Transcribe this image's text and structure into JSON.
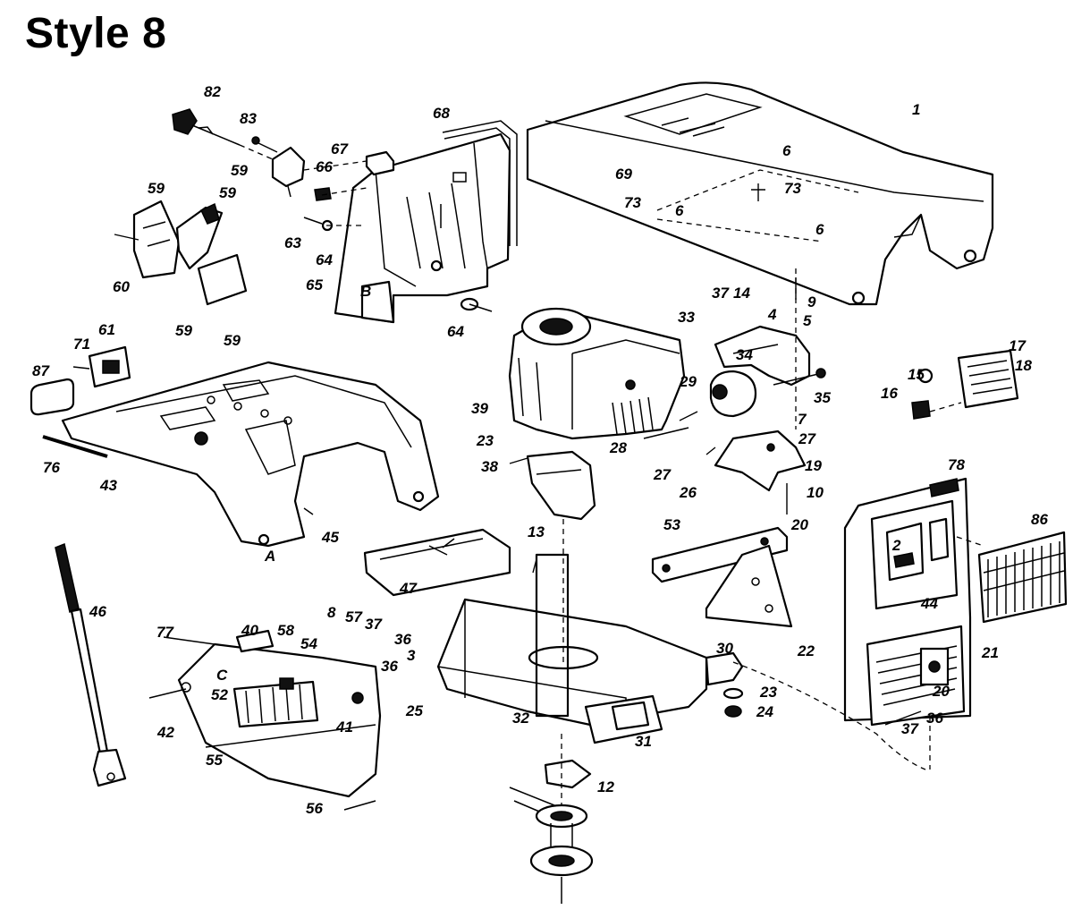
{
  "title": "Style 8",
  "callouts": [
    {
      "id": "c82",
      "text": "82"
    },
    {
      "id": "c83",
      "text": "83"
    },
    {
      "id": "c68",
      "text": "68"
    },
    {
      "id": "c1",
      "text": "1"
    },
    {
      "id": "c67",
      "text": "67"
    },
    {
      "id": "c59a",
      "text": "59"
    },
    {
      "id": "c66",
      "text": "66"
    },
    {
      "id": "c6a",
      "text": "6"
    },
    {
      "id": "c69",
      "text": "69"
    },
    {
      "id": "c73a",
      "text": "73"
    },
    {
      "id": "c59b",
      "text": "59"
    },
    {
      "id": "c59c",
      "text": "59"
    },
    {
      "id": "c73b",
      "text": "73"
    },
    {
      "id": "c6b",
      "text": "6"
    },
    {
      "id": "c63",
      "text": "63"
    },
    {
      "id": "c64a",
      "text": "64"
    },
    {
      "id": "c6c",
      "text": "6"
    },
    {
      "id": "c60",
      "text": "60"
    },
    {
      "id": "c65",
      "text": "65"
    },
    {
      "id": "cB",
      "text": "B"
    },
    {
      "id": "c9",
      "text": "9"
    },
    {
      "id": "c37a",
      "text": "37"
    },
    {
      "id": "c14",
      "text": "14"
    },
    {
      "id": "c4",
      "text": "4"
    },
    {
      "id": "c59d",
      "text": "59"
    },
    {
      "id": "c59e",
      "text": "59"
    },
    {
      "id": "c64b",
      "text": "64"
    },
    {
      "id": "c33",
      "text": "33"
    },
    {
      "id": "c5",
      "text": "5"
    },
    {
      "id": "c61",
      "text": "61"
    },
    {
      "id": "c71",
      "text": "71"
    },
    {
      "id": "c34",
      "text": "34"
    },
    {
      "id": "c17",
      "text": "17"
    },
    {
      "id": "c15",
      "text": "15"
    },
    {
      "id": "c18",
      "text": "18"
    },
    {
      "id": "c87",
      "text": "87"
    },
    {
      "id": "c29",
      "text": "29"
    },
    {
      "id": "c35",
      "text": "35"
    },
    {
      "id": "c16",
      "text": "16"
    },
    {
      "id": "c39",
      "text": "39"
    },
    {
      "id": "c7",
      "text": "7"
    },
    {
      "id": "c23a",
      "text": "23"
    },
    {
      "id": "c27a",
      "text": "27"
    },
    {
      "id": "c28",
      "text": "28"
    },
    {
      "id": "c38",
      "text": "38"
    },
    {
      "id": "c27b",
      "text": "27"
    },
    {
      "id": "c19",
      "text": "19"
    },
    {
      "id": "c76",
      "text": "76"
    },
    {
      "id": "c26",
      "text": "26"
    },
    {
      "id": "c10",
      "text": "10"
    },
    {
      "id": "c43",
      "text": "43"
    },
    {
      "id": "c78",
      "text": "78"
    },
    {
      "id": "c20a",
      "text": "20"
    },
    {
      "id": "c86",
      "text": "86"
    },
    {
      "id": "c13",
      "text": "13"
    },
    {
      "id": "c45",
      "text": "45"
    },
    {
      "id": "cA",
      "text": "A"
    },
    {
      "id": "c53",
      "text": "53"
    },
    {
      "id": "c2",
      "text": "2"
    },
    {
      "id": "c47",
      "text": "47"
    },
    {
      "id": "c44",
      "text": "44"
    },
    {
      "id": "c46",
      "text": "46"
    },
    {
      "id": "c22",
      "text": "22"
    },
    {
      "id": "c30",
      "text": "30"
    },
    {
      "id": "c21",
      "text": "21"
    },
    {
      "id": "c8",
      "text": "8"
    },
    {
      "id": "c57",
      "text": "57"
    },
    {
      "id": "c37b",
      "text": "37"
    },
    {
      "id": "c36a",
      "text": "36"
    },
    {
      "id": "c77",
      "text": "77"
    },
    {
      "id": "c40",
      "text": "40"
    },
    {
      "id": "c58",
      "text": "58"
    },
    {
      "id": "c54",
      "text": "54"
    },
    {
      "id": "c3",
      "text": "3"
    },
    {
      "id": "c36b",
      "text": "36"
    },
    {
      "id": "c20b",
      "text": "20"
    },
    {
      "id": "cC",
      "text": "C"
    },
    {
      "id": "c25",
      "text": "25"
    },
    {
      "id": "c23b",
      "text": "23"
    },
    {
      "id": "c52",
      "text": "52"
    },
    {
      "id": "c42",
      "text": "42"
    },
    {
      "id": "c41",
      "text": "41"
    },
    {
      "id": "c24",
      "text": "24"
    },
    {
      "id": "c36c",
      "text": "36"
    },
    {
      "id": "c37c",
      "text": "37"
    },
    {
      "id": "c32",
      "text": "32"
    },
    {
      "id": "c31",
      "text": "31"
    },
    {
      "id": "c55",
      "text": "55"
    },
    {
      "id": "c12",
      "text": "12"
    },
    {
      "id": "c56",
      "text": "56"
    }
  ]
}
